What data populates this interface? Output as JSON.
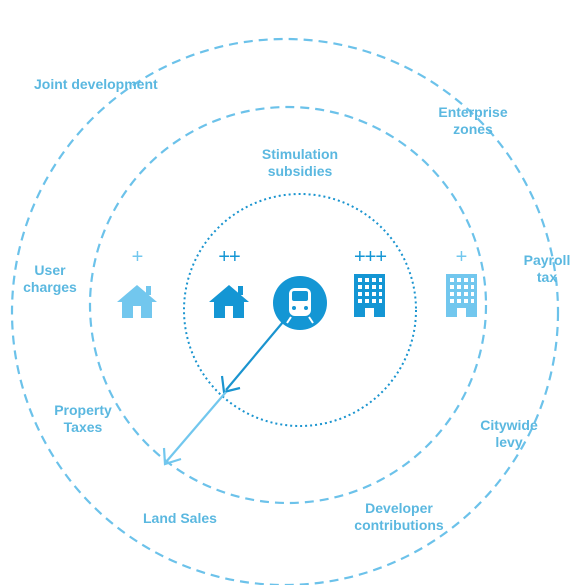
{
  "colors": {
    "light_blue": "#72c7ee",
    "dark_blue": "#1496d4",
    "label_blue": "#5bb8e0",
    "outer_ring": "#6cc2ea",
    "middle_ring": "#6cc2ea",
    "inner_ring": "#1a94cf"
  },
  "labels": {
    "joint_development": "Joint development",
    "enterprise_zones_1": "Enterprise",
    "enterprise_zones_2": "zones",
    "stimulation_subsidies_1": "Stimulation",
    "stimulation_subsidies_2": "subsidies",
    "user_charges_1": "User",
    "user_charges_2": "charges",
    "payroll_tax_1": "Payroll",
    "payroll_tax_2": "tax",
    "property_taxes_1": "Property",
    "property_taxes_2": "Taxes",
    "citywide_levy_1": "Citywide",
    "citywide_levy_2": "levy",
    "land_sales": "Land Sales",
    "developer_contributions_1": "Developer",
    "developer_contributions_2": "contributions"
  },
  "markers": {
    "house_light": "+",
    "house_dark": "++",
    "building_dark": "+++",
    "building_light": "+"
  },
  "icons": [
    "house-icon",
    "house-icon",
    "train-icon",
    "office-building-icon",
    "office-building-icon"
  ]
}
